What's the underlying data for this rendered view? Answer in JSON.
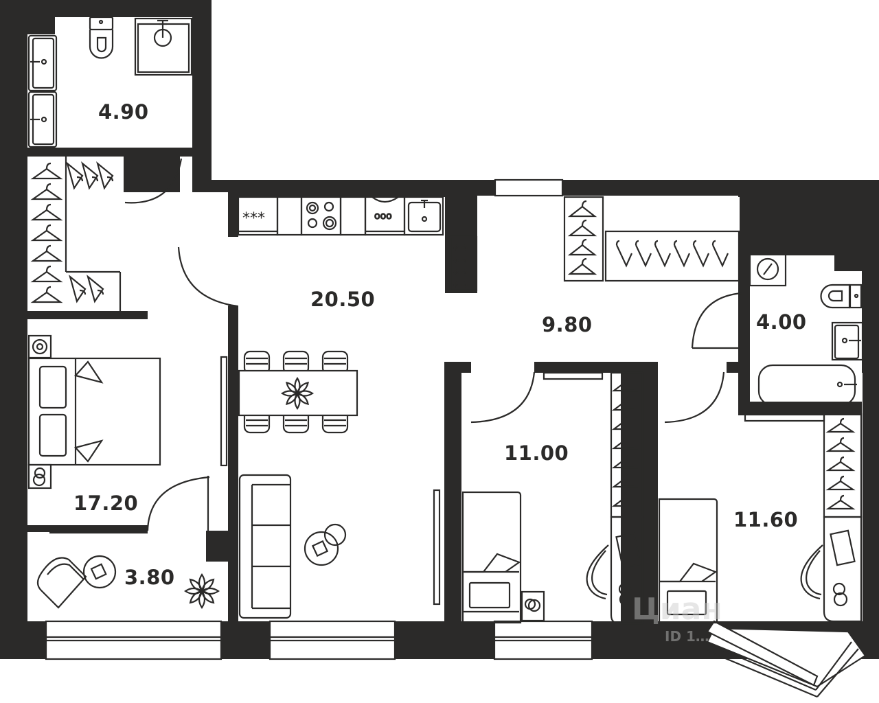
{
  "plan": {
    "title": "Apartment floor plan",
    "wall_color": "#2b2a29",
    "background_color": "#ffffff",
    "rooms": [
      {
        "id": "bathroom-1",
        "type": "bathroom",
        "area": "4.90"
      },
      {
        "id": "living-kitchen",
        "type": "kitchen-living",
        "area": "20.50"
      },
      {
        "id": "hallway",
        "type": "hallway",
        "area": "9.80"
      },
      {
        "id": "bathroom-2",
        "type": "bathroom",
        "area": "4.00"
      },
      {
        "id": "bedroom-master",
        "type": "bedroom",
        "area": "17.20"
      },
      {
        "id": "bedroom-2",
        "type": "bedroom",
        "area": "11.00"
      },
      {
        "id": "bedroom-3",
        "type": "bedroom",
        "area": "11.60"
      },
      {
        "id": "balcony",
        "type": "loggia",
        "area": "3.80"
      }
    ]
  },
  "watermark": {
    "brand": "Циан",
    "id_text": "ID 1…"
  }
}
